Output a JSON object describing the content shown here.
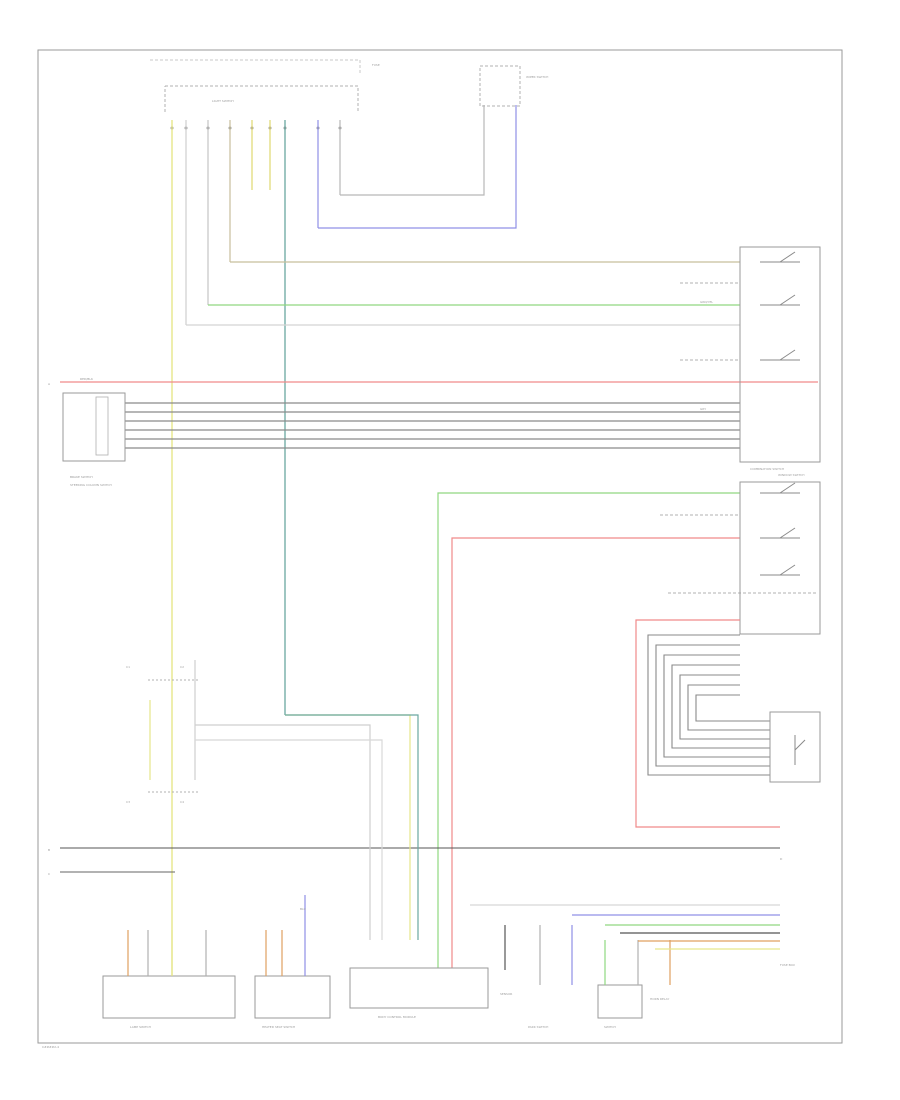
{
  "diagram": {
    "page_ref": "C####2-4",
    "labels": {
      "lamp_housing_top": "LIGHT SWITCH",
      "diag_top_right": "FUSE",
      "hazard_note": "WIPER SWITCH",
      "fuse_bottom_right": "FUSE BOX",
      "mid_left_block": "BRAKE SWITCH",
      "mid_left_caption": "STEERING COLUMN SWITCH",
      "combination_switch_label": "COMBINATION SWITCH",
      "window_switch_right": "WINDOW SWITCH",
      "upper_connector_left": "C1",
      "upper_connector_right": "C2",
      "lower_connector_left": "C3",
      "lower_connector_right": "C4",
      "bottom_box1": "LAMP SWITCH",
      "bottom_box2": "HEATED SEAT SWITCH",
      "bottom_box3": "BODY CONTROL MODULE",
      "bottom_small1": "SENSOR",
      "bottom_small2": "PARK SWITCH",
      "bottom_small3": "HORN RELAY",
      "bottom_small4": "SWITCH",
      "side_a": "A",
      "side_b": "B",
      "side_c": "C",
      "side_d": "D",
      "wire_red": "RED/BLK",
      "wire_gry": "GRY",
      "wire_grn": "GRN/YEL",
      "wire_blu": "BLU"
    }
  }
}
